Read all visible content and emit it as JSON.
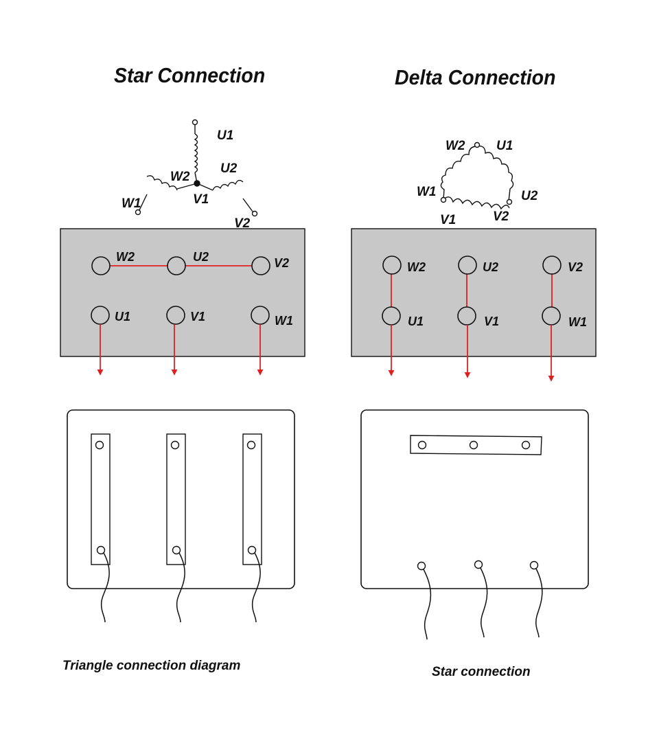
{
  "left": {
    "title": "Star Connection",
    "schematic_labels": {
      "u1": "U1",
      "u2": "U2",
      "w2": "W2",
      "w1": "W1",
      "v1": "V1",
      "v2": "V2"
    },
    "terminal_labels": {
      "top": [
        "W2",
        "U2",
        "V2"
      ],
      "bottom": [
        "U1",
        "V1",
        "W1"
      ]
    },
    "caption": "Triangle connection diagram"
  },
  "right": {
    "title": "Delta Connection",
    "schematic_labels": {
      "w2": "W2",
      "u1": "U1",
      "w1": "W1",
      "u2": "U2",
      "v1": "V1",
      "v2": "V2"
    },
    "terminal_labels": {
      "top": [
        "W2",
        "U2",
        "V2"
      ],
      "bottom": [
        "U1",
        "V1",
        "W1"
      ]
    },
    "caption": "Star connection"
  },
  "colors": {
    "panel_fill": "#c8c8c8",
    "link_red": "#e02020",
    "stroke": "#111111"
  }
}
